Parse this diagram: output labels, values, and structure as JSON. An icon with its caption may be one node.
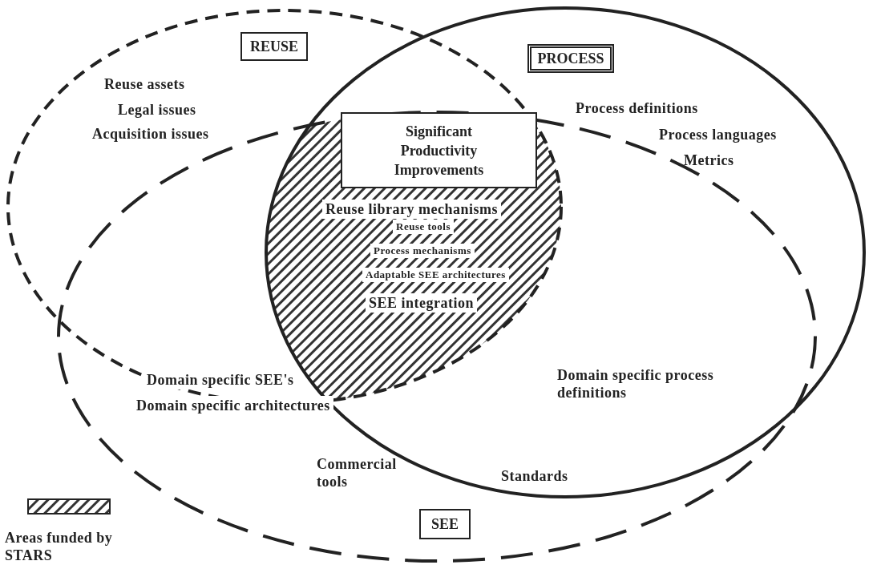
{
  "diagram": {
    "nodes": [
      {
        "text": [
          "REUSE"
        ]
      },
      {
        "text": [
          "PROCESS"
        ]
      },
      {
        "text": [
          "Significant Productivity Improvements"
        ]
      },
      {
        "text": [
          "SEE"
        ]
      }
    ],
    "labels": [
      "Reuse assets",
      "Legal issues",
      "Acquisition issues",
      "Process definitions",
      "Process languages",
      "Metrics",
      "Reuse library mechanisms",
      "Reuse tools",
      "Process mechanisms",
      "Adaptable SEE architectures",
      "SEE integration",
      "Domain specific SEE's",
      "Domain specific architectures",
      "Domain specific process definitions",
      "Commercial tools",
      "Standards"
    ],
    "legend": [
      {
        "text": "Areas funded by STARS"
      }
    ]
  }
}
